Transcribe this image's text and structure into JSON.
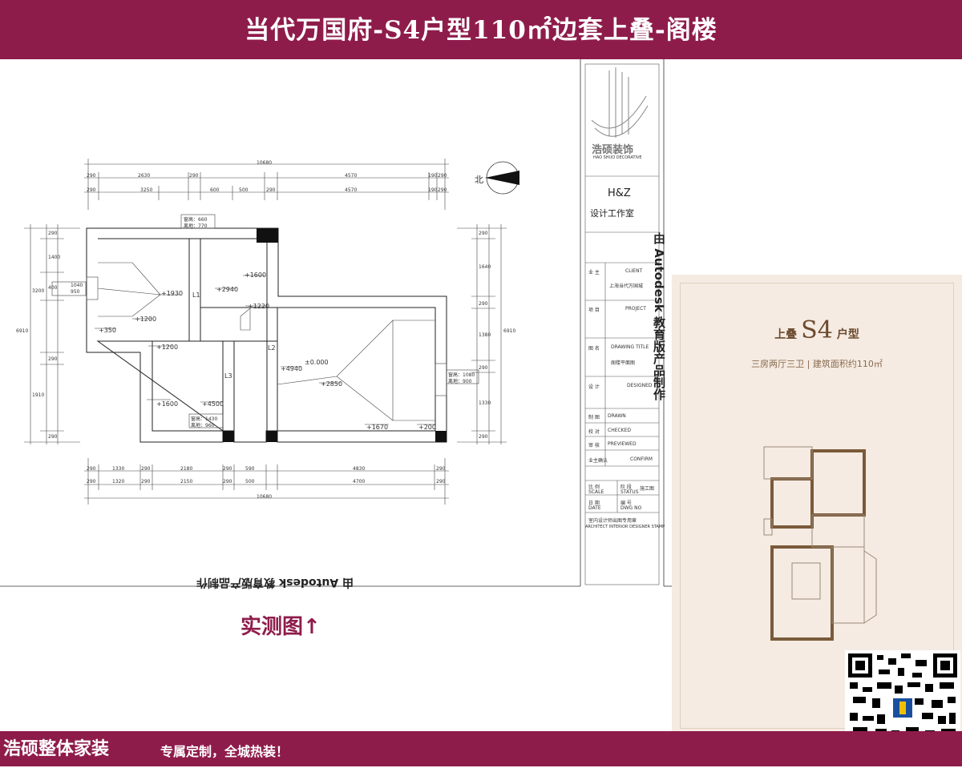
{
  "header": {
    "title": "当代万国府-S4户型110㎡边套上叠-阁楼"
  },
  "footer": {
    "brand": "浩硕整体家装",
    "slogan": "专属定制，全城热装！"
  },
  "caption": "实测图↑",
  "watermark": {
    "vertical": "由 Autodesk 教育版产品制作",
    "flipped": "由 Autodesk 教育版产品制作"
  },
  "compass": {
    "label": "北"
  },
  "title_block": {
    "logo_text": "浩硕装饰",
    "logo_sub": "HAO SHUO DECORATIVE",
    "studio_code": "H&Z",
    "studio_name": "设计工作室",
    "client_cn": "业 主",
    "client_en": "CLIENT",
    "client_value": "上海当代万国城",
    "project_cn": "项 目",
    "project_en": "PROJECT",
    "title_cn": "图 名",
    "title_en": "DRAWING TITLE",
    "title_value": "阁楼平面图",
    "design_cn": "设 计",
    "design_en": "DESIGNED",
    "draw_cn": "制 图",
    "draw_en": "DRAWN",
    "check_cn": "校 对",
    "check_en": "CHECKED",
    "review_cn": "审 核",
    "review_en": "PREVIEWED",
    "confirm_cn": "业主确认",
    "confirm_en": "CONFIRM",
    "scale_cn": "比 例",
    "scale_en": "SCALE",
    "stage_cn": "阶 段",
    "stage_en": "STATUS",
    "stage_value": "施工图",
    "date_cn": "日 期",
    "date_en": "DATE",
    "no_cn": "编 号",
    "no_en": "DWG NO",
    "stamp_cn": "室内设计师出图专用章",
    "stamp_en": "ARCHITECT INTERIOR DESIGNER STAMP"
  },
  "plan": {
    "overall_dim": "10680",
    "top_dims_1": [
      "290",
      "2630",
      "290",
      "4570",
      "190",
      "290"
    ],
    "top_dims_2": [
      "290",
      "3250",
      "600",
      "500",
      "290",
      "4570",
      "190",
      "290"
    ],
    "bottom_dims_1": [
      "290",
      "1330",
      "290",
      "2180",
      "290",
      "590",
      "4830",
      "290"
    ],
    "bottom_dims_2": [
      "290",
      "1320",
      "290",
      "2150",
      "290",
      "500",
      "4700",
      "290"
    ],
    "left_total": "6910",
    "right_total": "6910",
    "left_dims": [
      "290",
      "1400",
      "400",
      "3200",
      "290",
      "1910",
      "290"
    ],
    "right_dims": [
      "290",
      "1640",
      "290",
      "1380",
      "290",
      "1330",
      "290"
    ],
    "window_top": {
      "label_1": "窗高：660",
      "label_2": "离地：770"
    },
    "window_left": {
      "label_1": "1040",
      "label_2": "950"
    },
    "window_right": {
      "label_1": "窗高：1080",
      "label_2": "离地：900"
    },
    "window_bottom": {
      "label_1": "窗高：1430",
      "label_2": "离地：960"
    },
    "levels": [
      "+1930",
      "+1200",
      "+350",
      "+1600",
      "+2940",
      "+1220",
      "+1200",
      "±0.000",
      "+4940",
      "+2850",
      "+1600",
      "+4500",
      "+1670",
      "+200"
    ],
    "labels": [
      "L1",
      "L2",
      "L3"
    ]
  },
  "brochure": {
    "title_prefix": "上叠",
    "title_main": "S4",
    "title_suffix": "户型",
    "subtitle_a": "三房两厅三卫",
    "subtitle_b": "建筑面积约110㎡"
  },
  "colors": {
    "brand": "#8e1c4b",
    "brochure_bg": "#f5ebe2",
    "plan_wall": "#7a5a3a"
  }
}
